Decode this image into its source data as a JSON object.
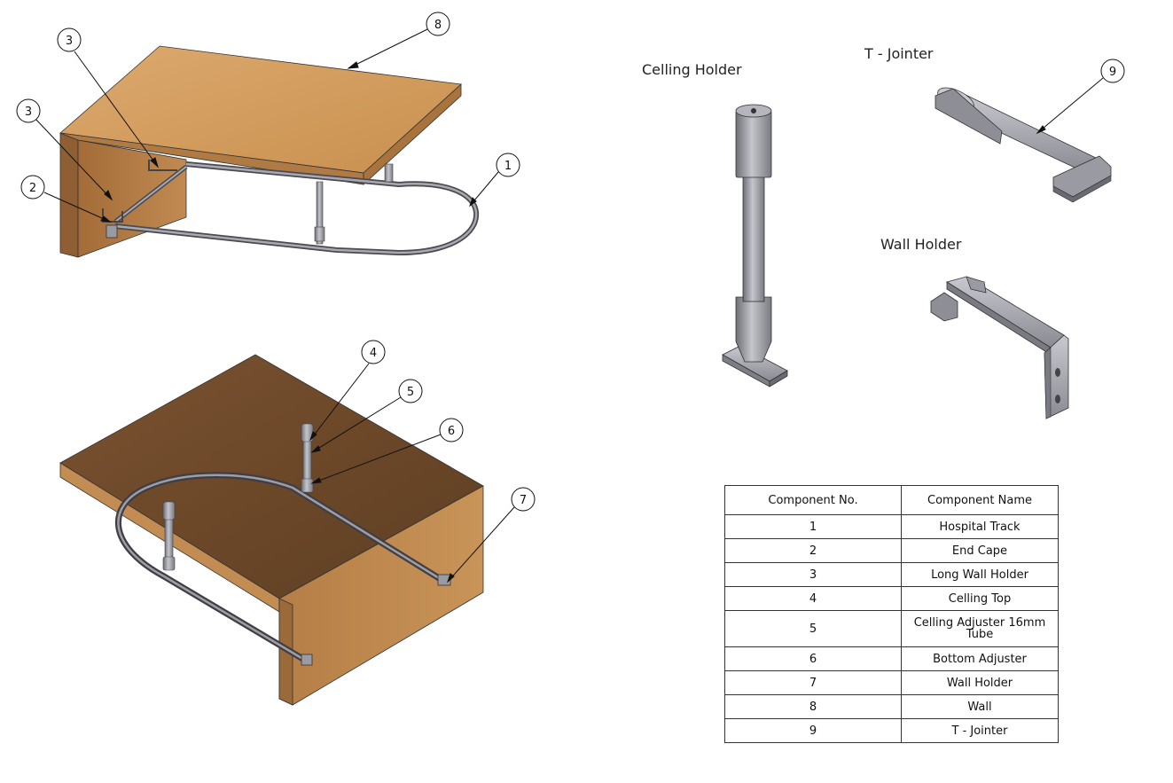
{
  "view_titles": {
    "ceiling_holder": "Celling Holder",
    "t_jointer": "T - Jointer",
    "wall_holder": "Wall Holder"
  },
  "balloons": {
    "top_view": [
      "8",
      "3",
      "3",
      "2",
      "1"
    ],
    "bottom_view": [
      "4",
      "5",
      "6",
      "7"
    ],
    "t_jointer": [
      "9"
    ]
  },
  "bom": {
    "headers": [
      "Component No.",
      "Component Name"
    ],
    "rows": [
      {
        "no": "1",
        "name": "Hospital Track"
      },
      {
        "no": "2",
        "name": "End Cape"
      },
      {
        "no": "3",
        "name": "Long Wall Holder"
      },
      {
        "no": "4",
        "name": "Celling Top"
      },
      {
        "no": "5",
        "name": "Celling Adjuster 16mm Tube"
      },
      {
        "no": "6",
        "name": "Bottom Adjuster"
      },
      {
        "no": "7",
        "name": "Wall Holder"
      },
      {
        "no": "8",
        "name": "Wall"
      },
      {
        "no": "9",
        "name": "T - Jointer"
      }
    ]
  },
  "colors": {
    "wood_top": "#D6A066",
    "wood_edge": "#A8733C",
    "wood_wall": "#B07A44",
    "wood_dark": "#6E4A28",
    "metal_light": "#B9B9C0",
    "metal_mid": "#8E8E96",
    "metal_dark": "#4A4A50"
  }
}
